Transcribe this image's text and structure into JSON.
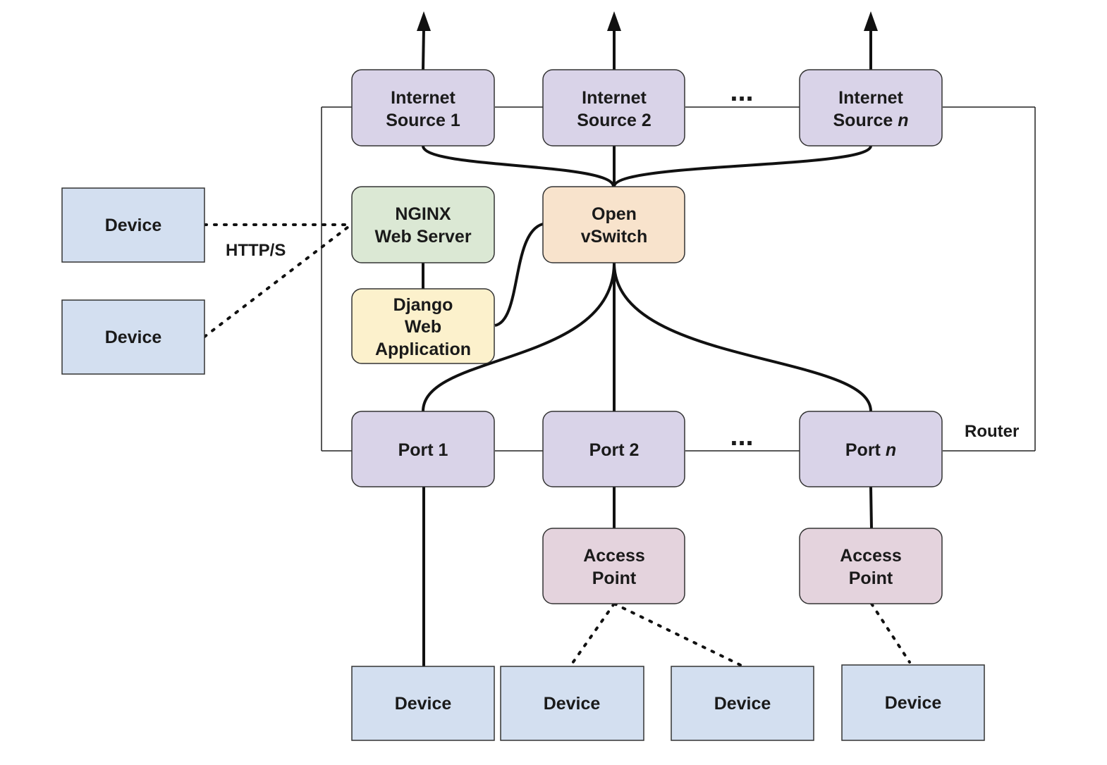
{
  "nodes": {
    "internet_source_1": [
      "Internet",
      "Source 1"
    ],
    "internet_source_2": [
      "Internet",
      "Source 2"
    ],
    "internet_source_n": [
      "Internet",
      "Source "
    ],
    "internet_source_n_italic": "n",
    "nginx": [
      "NGINX",
      "Web Server"
    ],
    "ovs": [
      "Open",
      "vSwitch"
    ],
    "django": [
      "Django",
      "Web",
      "Application"
    ],
    "port_1": "Port 1",
    "port_2": "Port 2",
    "port_n": "Port ",
    "port_n_italic": "n",
    "access_point_2": [
      "Access",
      "Point"
    ],
    "access_point_n": [
      "Access",
      "Point"
    ],
    "device": "Device"
  },
  "labels": {
    "http": "HTTP/S",
    "router": "Router",
    "ellipsis": "..."
  },
  "colors": {
    "router_component": "#d9d3e8",
    "nginx": "#dbe8d4",
    "django": "#fcf1cc",
    "ovs": "#f8e3cc",
    "access_point": "#e4d3dd",
    "device": "#d3dff0"
  }
}
